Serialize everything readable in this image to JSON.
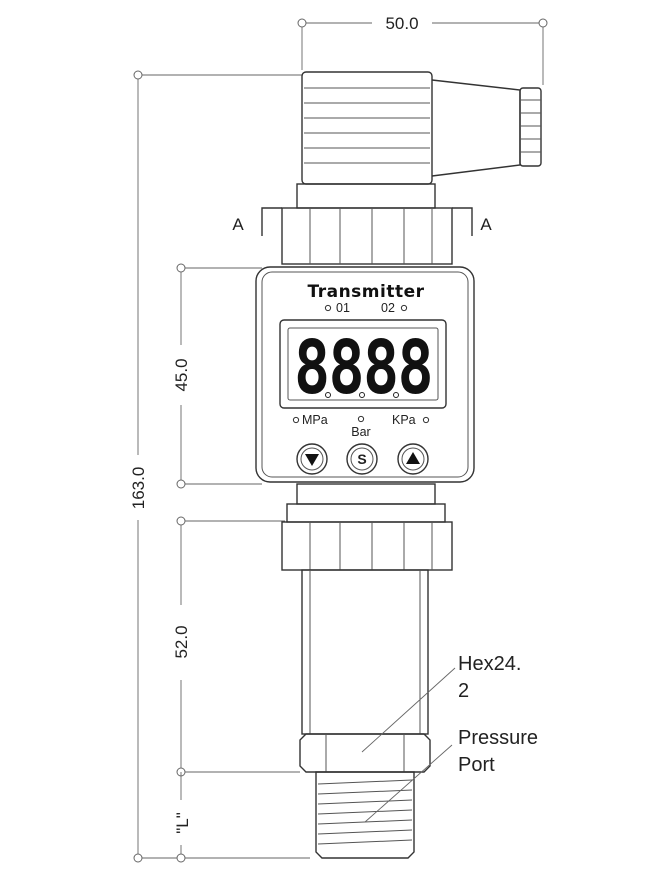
{
  "dimensions": {
    "width_top": "50.0",
    "total_height": "163.0",
    "display_height": "45.0",
    "body_height": "52.0",
    "thread_length": "\"L\""
  },
  "section": {
    "left": "A",
    "right": "A"
  },
  "display": {
    "title": "Transmitter",
    "indicator_1": "01",
    "indicator_2": "02",
    "readout": "8888",
    "unit_mpa": "MPa",
    "unit_bar": "Bar",
    "unit_kpa": "KPa",
    "button_set": "S"
  },
  "callouts": {
    "hex_line1": "Hex24.",
    "hex_line2": "2",
    "port_line1": "Pressure",
    "port_line2": "Port"
  }
}
